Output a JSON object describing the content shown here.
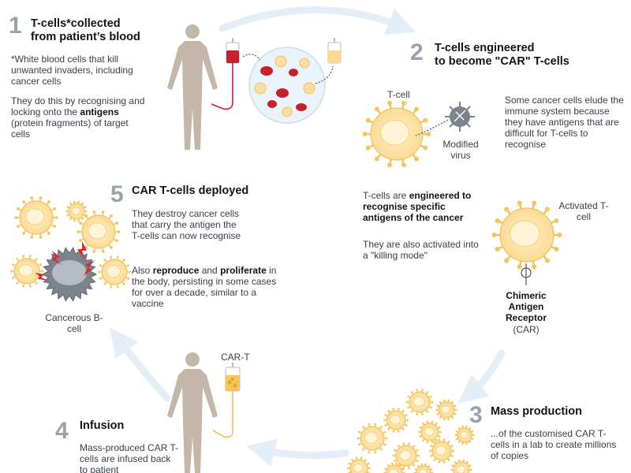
{
  "steps": {
    "s1": {
      "number": "1",
      "title_line1": "T-cells*collected",
      "title_line2": "from patient’s blood",
      "note": "*White blood cells that kill unwanted invaders, including cancer cells",
      "desc_pre": "They do this by recognising and locking onto the ",
      "desc_bold": "antigens",
      "desc_post": " (protein fragments) of target cells"
    },
    "s2": {
      "number": "2",
      "title_line1": "T-cells engineered",
      "title_line2": "to become \"CAR\" T-cells",
      "tcell_label": "T-cell",
      "virus_label": "Modified virus",
      "elude_text": "Some cancer cells elude the immune system because they have antigens that are difficult for T-cells to recognise",
      "engineered_pre": "T-cells are ",
      "engineered_bold": "engineered to recognise specific antigens of the cancer",
      "activated_text": "They are also activated into a \"killing mode\"",
      "activated_label": "Activated T-cell",
      "receptor_bold": "Chimeric Antigen Receptor",
      "receptor_abbr": "(CAR)"
    },
    "s3": {
      "number": "3",
      "title": "Mass production",
      "desc": "...of the customised CAR T-cells in a lab to create millions of copies"
    },
    "s4": {
      "number": "4",
      "title": "Infusion",
      "desc": "Mass-produced CAR T-cells are infused back to patient",
      "bag_label": "CAR-T"
    },
    "s5": {
      "number": "5",
      "title": "CAR T-cells deployed",
      "desc": "They destroy cancer cells that carry the antigen the T-cells can now recognise",
      "also_pre": "Also ",
      "also_bold1": "reproduce",
      "also_mid": " and ",
      "also_bold2": "proliferate",
      "also_post": " in the body, persisting in some cases for over a decade, similar to a vaccine",
      "bcell_label": "Cancerous B-cell"
    }
  },
  "colors": {
    "arrow": "#e3eef8",
    "body_silhouette": "#c4b7aa",
    "tcell_fill": "#fbdfa0",
    "tcell_edge": "#f0c060",
    "red_cell": "#c8202a",
    "cancer_cell": "#7b838c",
    "number": "#9aa3ad"
  }
}
